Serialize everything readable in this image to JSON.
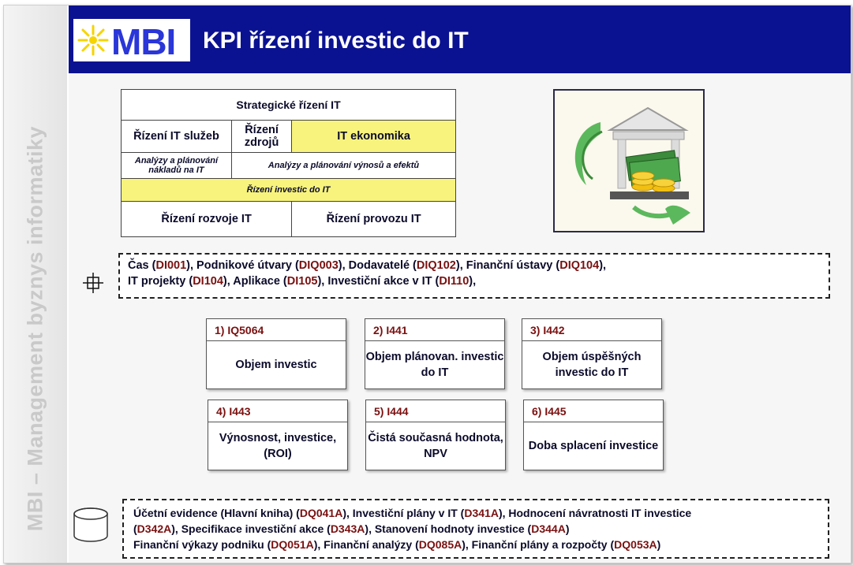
{
  "sidebar": {
    "vertical_text": "MBI – Management byznys informatiky"
  },
  "header": {
    "logo_text": "MBI",
    "title": "KPI řízení investic do IT"
  },
  "architecture": {
    "row1": "Strategické řízení IT",
    "row2": [
      "Řízení IT služeb",
      "Řízení  zdrojů",
      "IT ekonomika"
    ],
    "row3": [
      "Analýzy a plánování nákladů na IT",
      "Analýzy a plánování výnosů a efektů"
    ],
    "row4": "Řízení investic do IT",
    "row5": [
      "Řízení rozvoje IT",
      "Řízení provozu IT"
    ]
  },
  "dimensions": {
    "line1": [
      {
        "t": "Čas ("
      },
      {
        "c": "DI001"
      },
      {
        "t": "), Podnikové útvary ("
      },
      {
        "c": "DIQ003"
      },
      {
        "t": "), Dodavatelé ("
      },
      {
        "c": "DIQ102"
      },
      {
        "t": "), Finanční ústavy ("
      },
      {
        "c": "DIQ104"
      },
      {
        "t": "),"
      }
    ],
    "line2": [
      {
        "t": "IT projekty ("
      },
      {
        "c": "DI104"
      },
      {
        "t": "), Aplikace ("
      },
      {
        "c": "DI105"
      },
      {
        "t": "), Investiční akce v IT ("
      },
      {
        "c": "DI110"
      },
      {
        "t": "),"
      }
    ]
  },
  "kpis": [
    {
      "num": "1) IQ5064",
      "label": "Objem investic"
    },
    {
      "num": "2) I441",
      "label": "Objem plánovan. investic do IT"
    },
    {
      "num": "3) I442",
      "label": "Objem úspěšných investic do IT"
    },
    {
      "num": "4) I443",
      "label": "Výnosnost, investice, (ROI)"
    },
    {
      "num": "5) I444",
      "label": "Čistá současná hodnota, NPV"
    },
    {
      "num": "6) I445",
      "label": "Doba splacení investice"
    }
  ],
  "sources": {
    "line1": [
      {
        "t": "Účetní evidence (Hlavní kniha) ("
      },
      {
        "c": "DQ041A"
      },
      {
        "t": "), Investiční plány v IT ("
      },
      {
        "c": "D341A"
      },
      {
        "t": "),  Hodnocení návratnosti IT investice"
      }
    ],
    "line2": [
      {
        "t": "("
      },
      {
        "c": "D342A"
      },
      {
        "t": "),  Specifikace investiční akce ("
      },
      {
        "c": "D343A"
      },
      {
        "t": "),  Stanovení hodnoty investice ("
      },
      {
        "c": "D344A"
      },
      {
        "t": ")"
      }
    ],
    "line3": [
      {
        "t": "Finanční výkazy podniku ("
      },
      {
        "c": "DQ051A"
      },
      {
        "t": "), Finanční analýzy ("
      },
      {
        "c": "DQ085A"
      },
      {
        "t": "),   Finanční plány a rozpočty ("
      },
      {
        "c": "DQ053A"
      },
      {
        "t": ")"
      }
    ]
  },
  "colors": {
    "header": "#0b1291",
    "highlight": "#f7f37d",
    "code": "#7a1010"
  }
}
